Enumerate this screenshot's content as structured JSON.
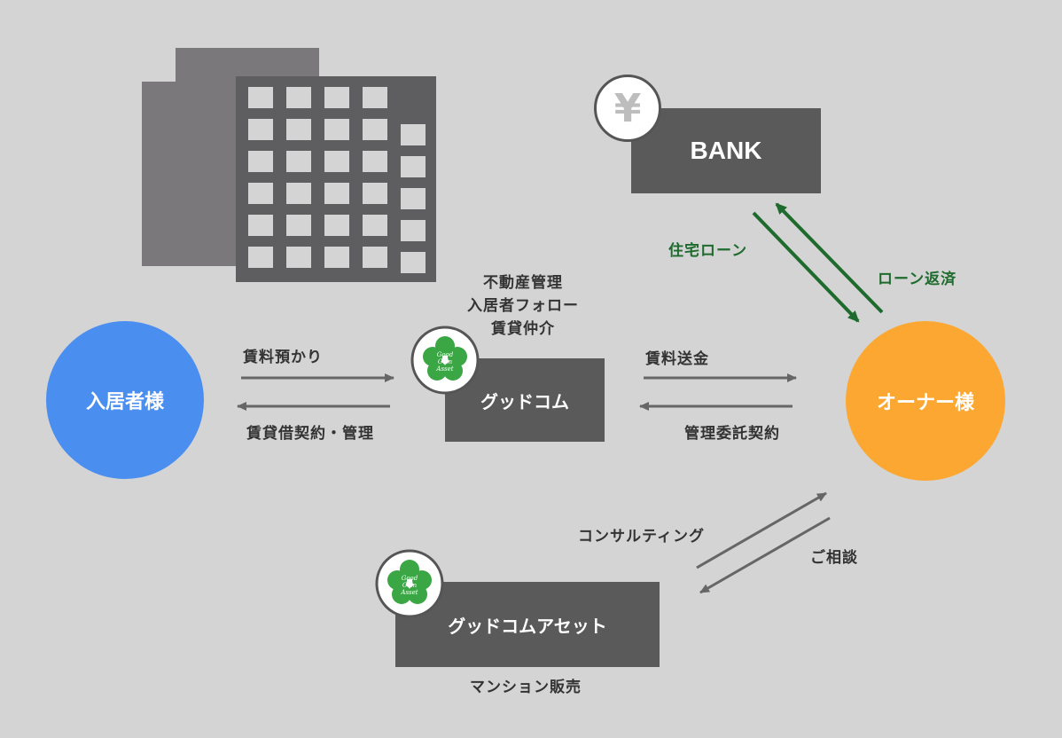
{
  "nodes": {
    "tenant": "入居者様",
    "owner": "オーナー様",
    "goodcom": "グッドコム",
    "asset": "グッドコムアセット",
    "bank": "BANK"
  },
  "icons": {
    "yen_symbol": "¥",
    "logo_text": [
      "Good",
      "Com",
      "Asset"
    ]
  },
  "labels": {
    "goodcom_services": [
      "不動産管理",
      "入居者フォロー",
      "賃貸仲介"
    ],
    "rent_deposit": "賃料預かり",
    "lease_contract": "賃貸借契約・管理",
    "rent_remittance": "賃料送金",
    "management_contract": "管理委託契約",
    "housing_loan": "住宅ローン",
    "loan_repayment": "ローン返済",
    "consulting": "コンサルティング",
    "consultation": "ご相談",
    "condo_sales": "マンション販売"
  },
  "colors": {
    "background": "#d4d4d4",
    "box": "#5b5a5b",
    "tenant_circle": "#4a8ef0",
    "owner_circle": "#fba732",
    "arrow_gray": "#666666",
    "arrow_green": "#1e6b2d",
    "label_green": "#1e6b2d"
  }
}
